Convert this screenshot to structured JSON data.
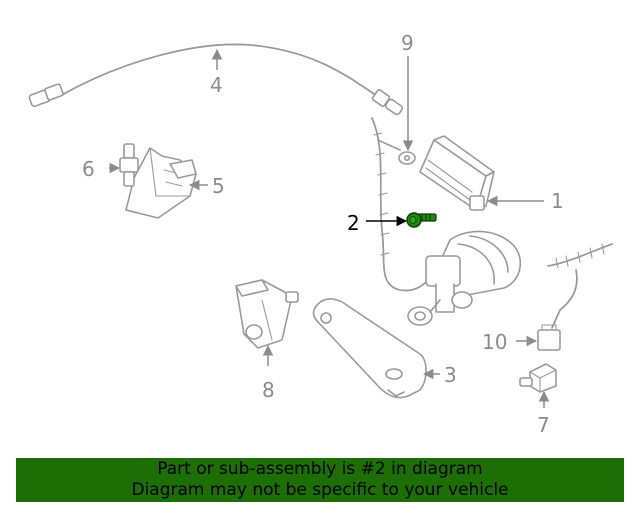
{
  "callouts": {
    "c1": "1",
    "c2": "2",
    "c3": "3",
    "c4": "4",
    "c5": "5",
    "c6": "6",
    "c7": "7",
    "c8": "8",
    "c9": "9",
    "c10": "10"
  },
  "highlight_callout": "2",
  "colors": {
    "banner_background": "#1c6e05",
    "highlighted_part": "#1f8a0a",
    "line_art": "#9a9a9a"
  },
  "banner": {
    "line1": "Part or sub-assembly is #2 in diagram",
    "line2": "Diagram may not be specific to your vehicle"
  }
}
